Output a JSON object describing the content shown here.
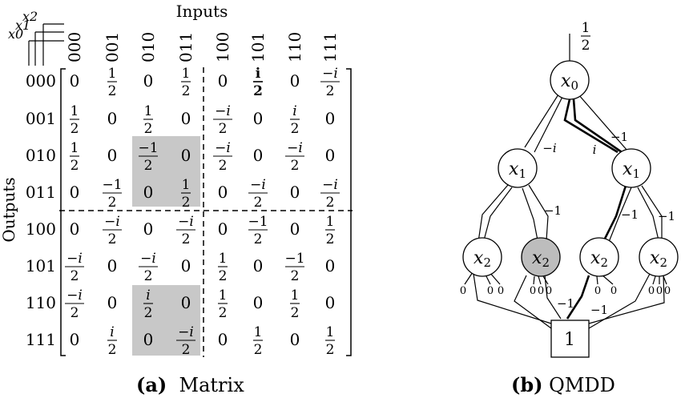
{
  "matrix": {
    "inputs_label": "Inputs",
    "outputs_label": "Outputs",
    "var_labels": [
      "x0",
      "x1",
      "x2"
    ],
    "col_labels": [
      "000",
      "001",
      "010",
      "011",
      "100",
      "101",
      "110",
      "111"
    ],
    "row_labels": [
      "000",
      "001",
      "010",
      "011",
      "100",
      "101",
      "110",
      "111"
    ],
    "cells": [
      [
        "0",
        "1/2",
        "0",
        "1/2",
        "0",
        "i/2",
        "0",
        "−i/2"
      ],
      [
        "1/2",
        "0",
        "1/2",
        "0",
        "−i/2",
        "0",
        "i/2",
        "0"
      ],
      [
        "1/2",
        "0",
        "−1/2",
        "0",
        "−i/2",
        "0",
        "−i/2",
        "0"
      ],
      [
        "0",
        "−1/2",
        "0",
        "1/2",
        "0",
        "−i/2",
        "0",
        "−i/2"
      ],
      [
        "0",
        "−i/2",
        "0",
        "−i/2",
        "0",
        "−1/2",
        "0",
        "1/2"
      ],
      [
        "−i/2",
        "0",
        "−i/2",
        "0",
        "1/2",
        "0",
        "−1/2",
        "0"
      ],
      [
        "−i/2",
        "0",
        "i/2",
        "0",
        "1/2",
        "0",
        "1/2",
        "0"
      ],
      [
        "0",
        "i/2",
        "0",
        "−i/2",
        "0",
        "1/2",
        "0",
        "1/2"
      ]
    ],
    "bold_cells": [
      [
        0,
        5
      ]
    ],
    "shaded_blocks": [
      [
        2,
        2
      ],
      [
        6,
        2
      ]
    ],
    "caption_tag": "(a)",
    "caption_text": "Matrix"
  },
  "qmdd": {
    "root_weight": "1/2",
    "nodes": {
      "root": "x0",
      "x1_left": "x1",
      "x1_right": "x1",
      "x2_a": "x2",
      "x2_b": "x2",
      "x2_c": "x2",
      "x2_d": "x2",
      "terminal": "1"
    },
    "edge_labels": {
      "root_right_minus1": "−1",
      "root_left_minus_i": "−i",
      "root_right_i": "i",
      "x1_left_minus1": "−1",
      "x1_right_minus1_inner": "−1",
      "x1_right_minus1_outer": "−1",
      "term_minus1_left": "−1",
      "term_minus1_right": "−1",
      "zero": "0"
    },
    "caption_tag": "(b)",
    "caption_text": "QMDD"
  }
}
